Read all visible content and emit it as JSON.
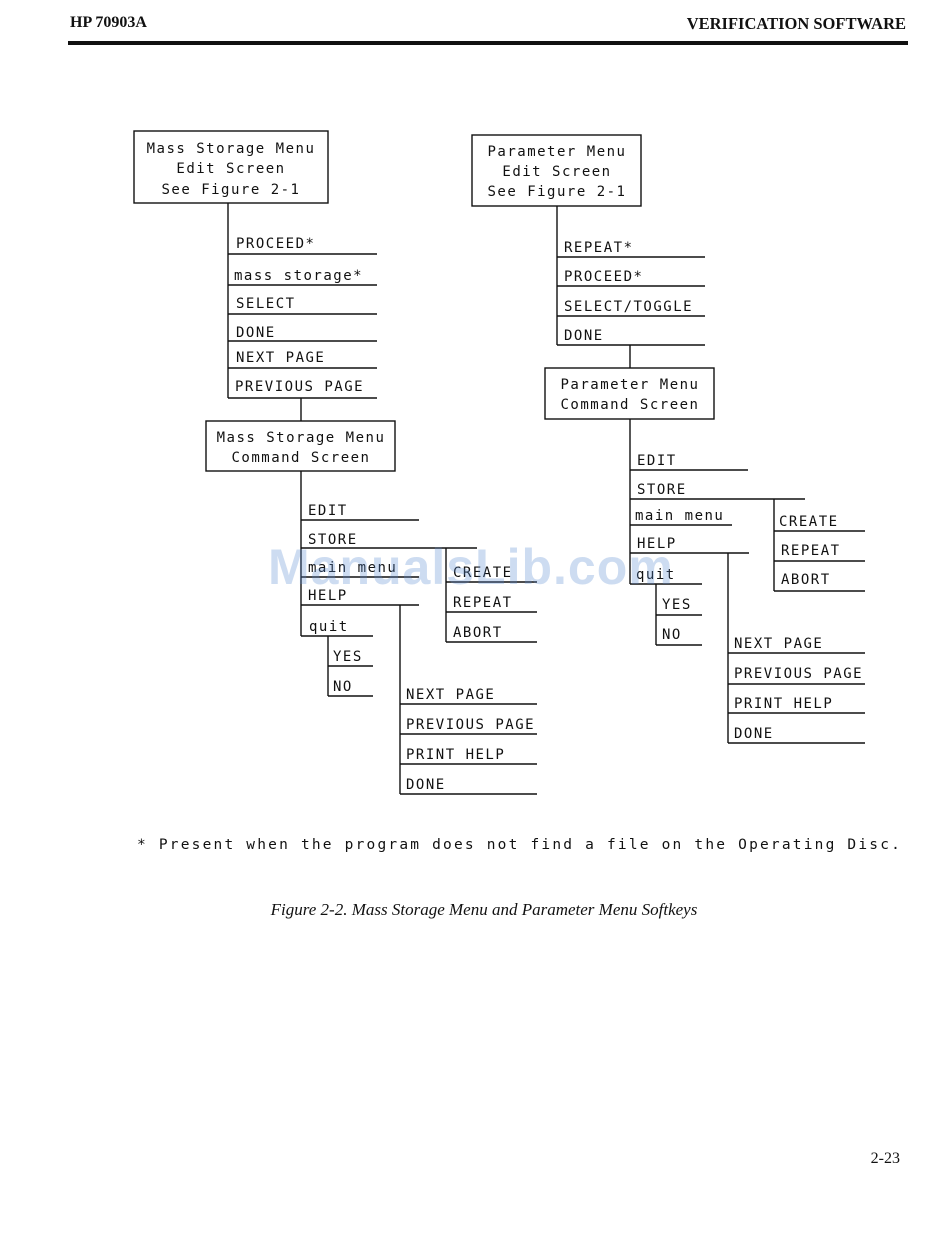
{
  "header": {
    "model": "HP 70903A",
    "section": "VERIFICATION SOFTWARE"
  },
  "diagram": {
    "ms_edit_box": [
      "Mass Storage Menu",
      "Edit Screen",
      "See Figure 2-1"
    ],
    "ms_edit_keys": [
      "PROCEED*",
      "mass storage*",
      "SELECT",
      "DONE",
      "NEXT PAGE",
      "PREVIOUS PAGE"
    ],
    "ms_cmd_box": [
      "Mass Storage Menu",
      "Command Screen"
    ],
    "ms_cmd_keys": [
      "EDIT",
      "STORE",
      "main menu",
      "HELP",
      "quit"
    ],
    "ms_store_keys": [
      "CREATE",
      "REPEAT",
      "ABORT"
    ],
    "ms_quit_keys": [
      "YES",
      "NO"
    ],
    "ms_help_keys": [
      "NEXT PAGE",
      "PREVIOUS PAGE",
      "PRINT HELP",
      "DONE"
    ],
    "pm_edit_box": [
      "Parameter Menu",
      "Edit Screen",
      "See Figure 2-1"
    ],
    "pm_edit_keys": [
      "REPEAT*",
      "PROCEED*",
      "SELECT/TOGGLE",
      "DONE"
    ],
    "pm_cmd_box": [
      "Parameter Menu",
      "Command Screen"
    ],
    "pm_cmd_keys": [
      "EDIT",
      "STORE",
      "main menu",
      "HELP",
      "quit"
    ],
    "pm_store_keys": [
      "CREATE",
      "REPEAT",
      "ABORT"
    ],
    "pm_quit_keys": [
      "YES",
      "NO"
    ],
    "pm_help_keys": [
      "NEXT PAGE",
      "PREVIOUS PAGE",
      "PRINT HELP",
      "DONE"
    ]
  },
  "footnote": "* Present when the program does not find a file on the Operating Disc.",
  "caption": "Figure 2-2. Mass Storage Menu and Parameter Menu Softkeys",
  "watermark": "ManualsLib.com",
  "page_number": "2-23"
}
